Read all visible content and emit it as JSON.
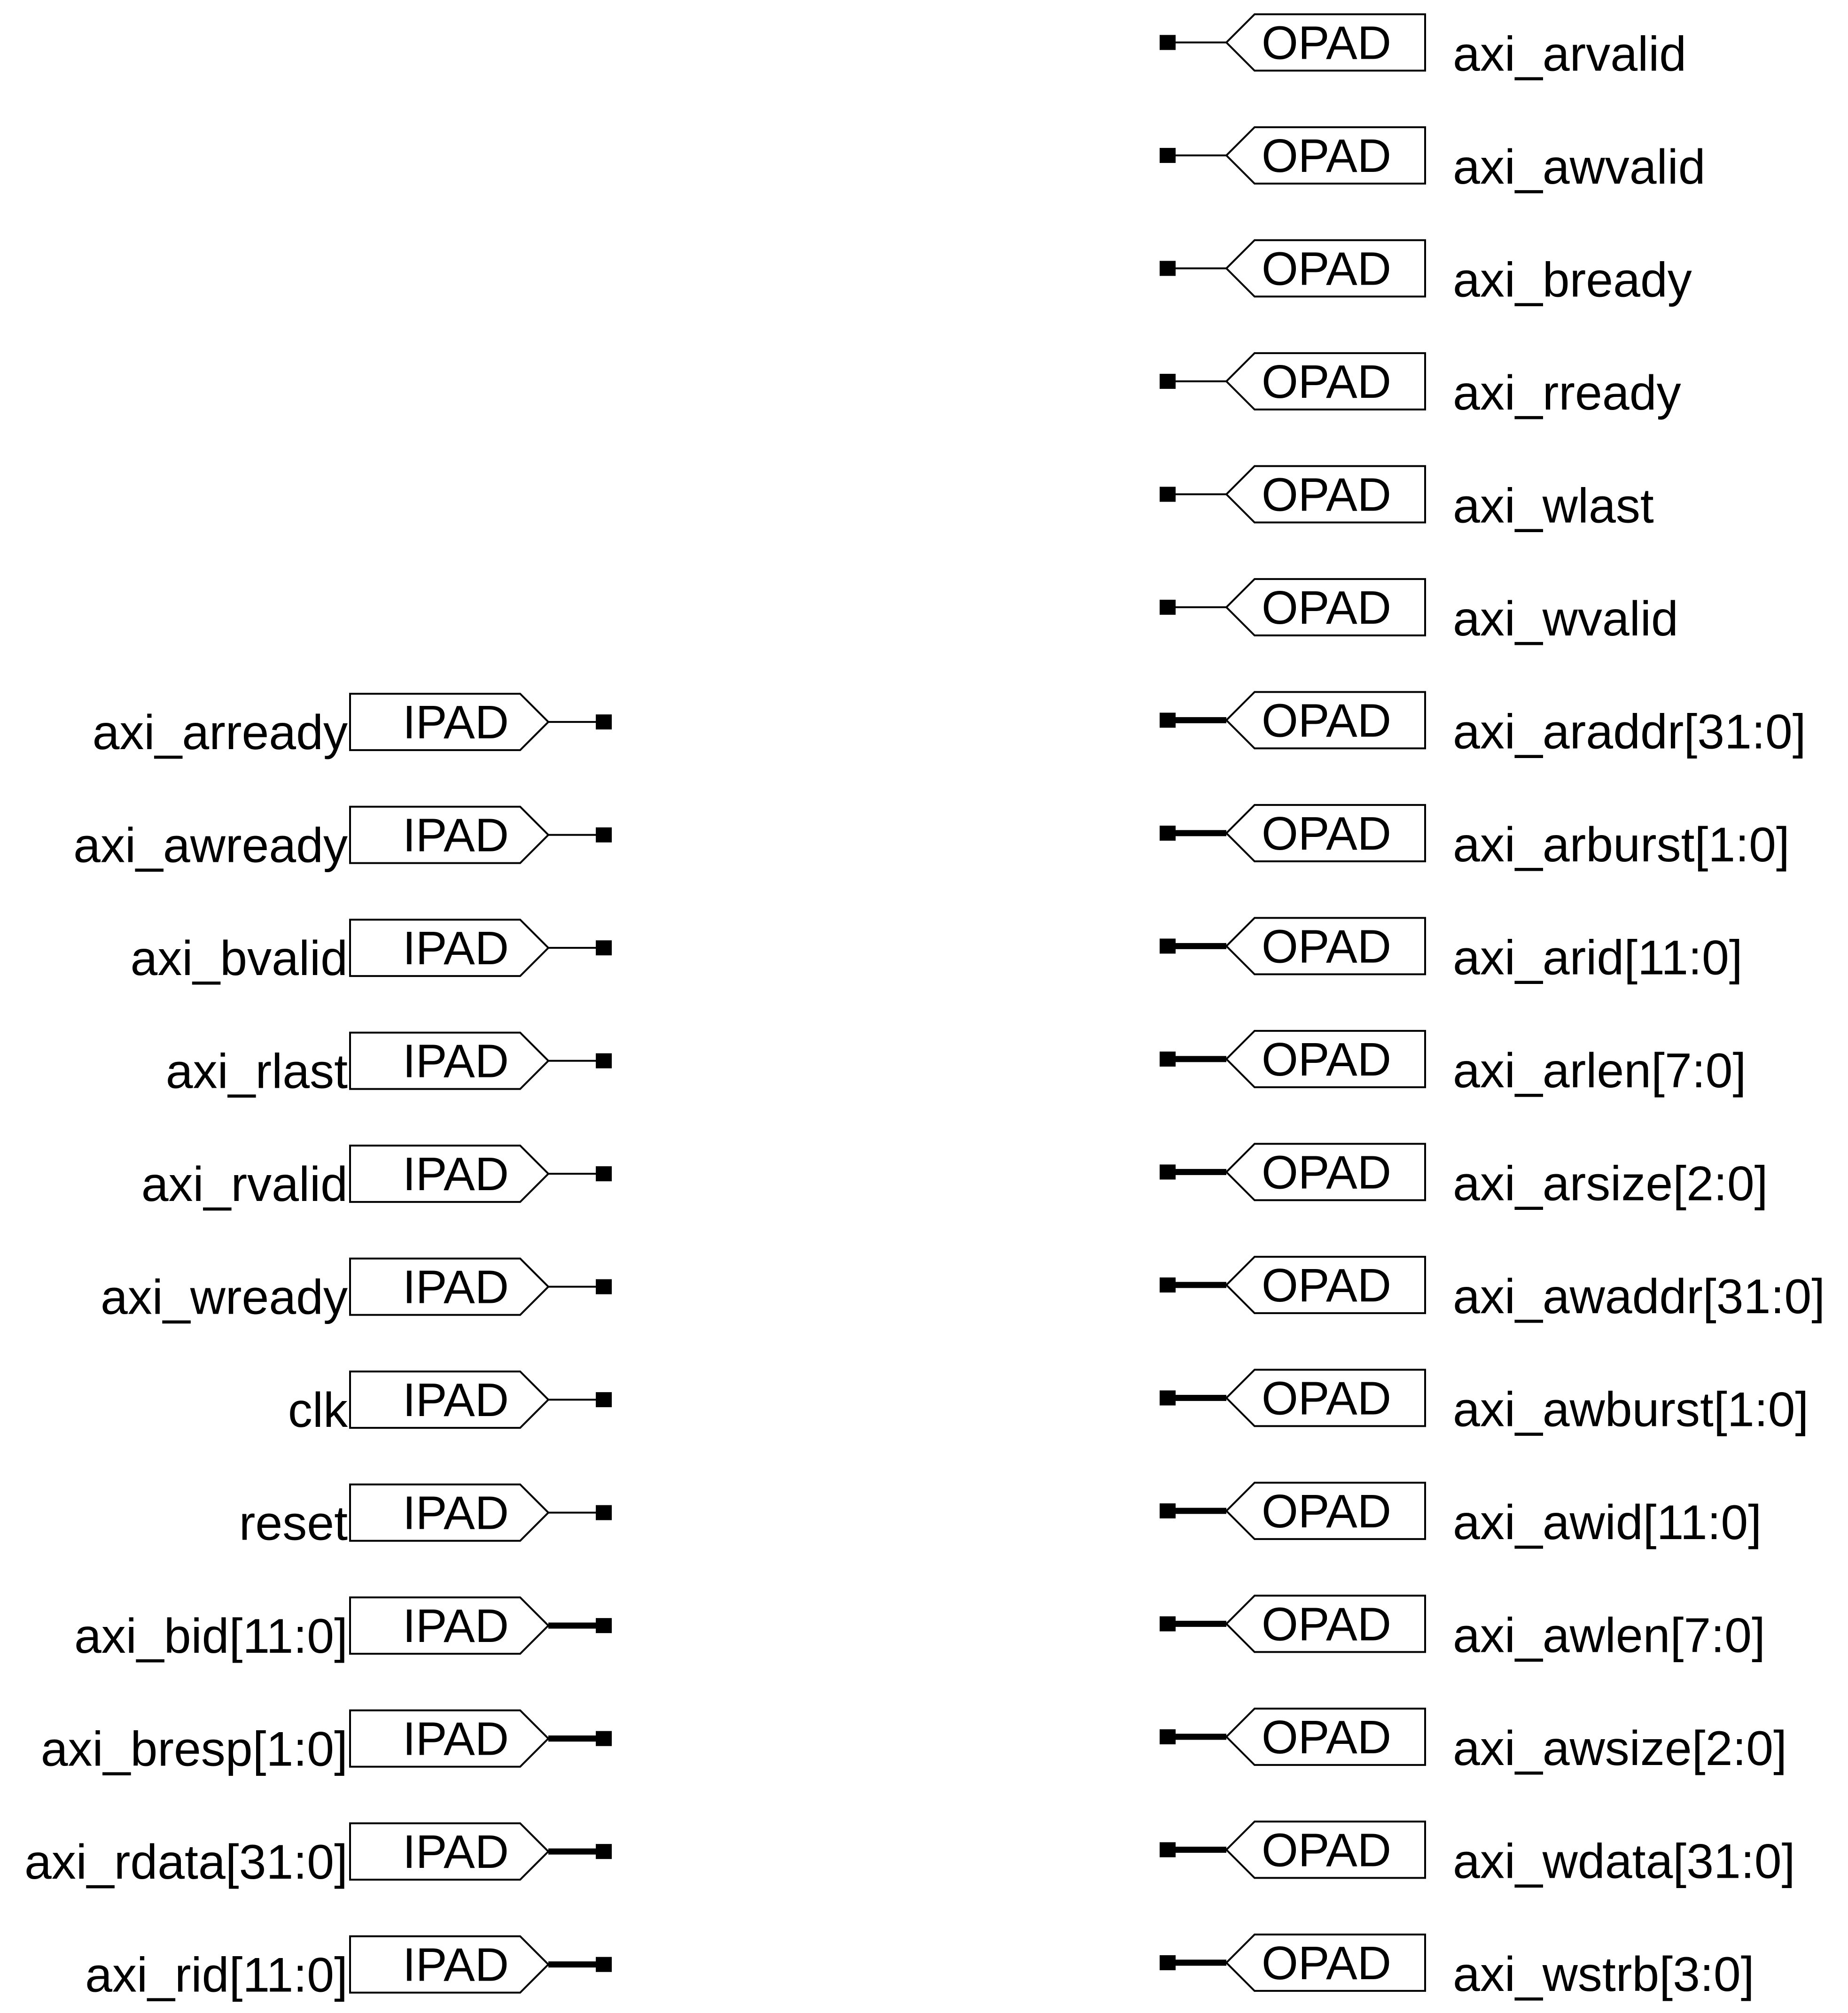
{
  "pad_types": {
    "input": "IPAD",
    "output": "OPAD"
  },
  "colors": {
    "stroke": "#000000",
    "background": "#ffffff"
  },
  "inputs": [
    {
      "name": "axi_arready",
      "bus": false
    },
    {
      "name": "axi_awready",
      "bus": false
    },
    {
      "name": "axi_bvalid",
      "bus": false
    },
    {
      "name": "axi_rlast",
      "bus": false
    },
    {
      "name": "axi_rvalid",
      "bus": false
    },
    {
      "name": "axi_wready",
      "bus": false
    },
    {
      "name": "clk",
      "bus": false
    },
    {
      "name": "reset",
      "bus": false
    },
    {
      "name": "axi_bid[11:0]",
      "bus": true
    },
    {
      "name": "axi_bresp[1:0]",
      "bus": true
    },
    {
      "name": "axi_rdata[31:0]",
      "bus": true
    },
    {
      "name": "axi_rid[11:0]",
      "bus": true
    }
  ],
  "outputs": [
    {
      "name": "axi_arvalid",
      "bus": false
    },
    {
      "name": "axi_awvalid",
      "bus": false
    },
    {
      "name": "axi_bready",
      "bus": false
    },
    {
      "name": "axi_rready",
      "bus": false
    },
    {
      "name": "axi_wlast",
      "bus": false
    },
    {
      "name": "axi_wvalid",
      "bus": false
    },
    {
      "name": "axi_araddr[31:0]",
      "bus": true
    },
    {
      "name": "axi_arburst[1:0]",
      "bus": true
    },
    {
      "name": "axi_arid[11:0]",
      "bus": true
    },
    {
      "name": "axi_arlen[7:0]",
      "bus": true
    },
    {
      "name": "axi_arsize[2:0]",
      "bus": true
    },
    {
      "name": "axi_awaddr[31:0]",
      "bus": true
    },
    {
      "name": "axi_awburst[1:0]",
      "bus": true
    },
    {
      "name": "axi_awid[11:0]",
      "bus": true
    },
    {
      "name": "axi_awlen[7:0]",
      "bus": true
    },
    {
      "name": "axi_awsize[2:0]",
      "bus": true
    },
    {
      "name": "axi_wdata[31:0]",
      "bus": true
    },
    {
      "name": "axi_wstrb[3:0]",
      "bus": true
    }
  ]
}
